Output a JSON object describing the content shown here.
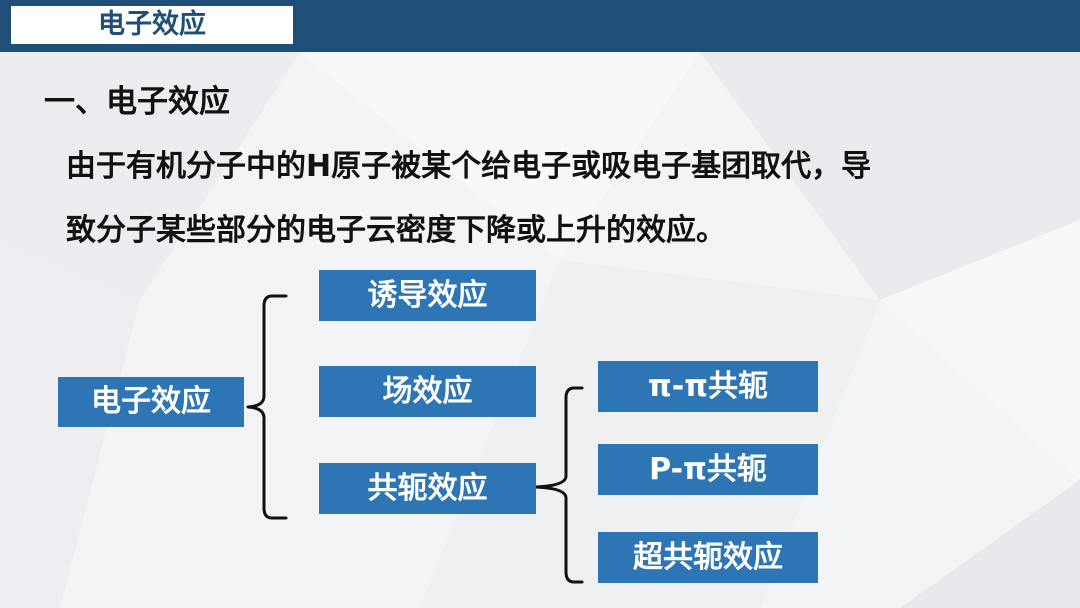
{
  "header": {
    "title": "电子效应"
  },
  "section": {
    "heading": "一、电子效应",
    "description_line1": "由于有机分子中的H原子被某个给电子或吸电子基团取代，导",
    "description_line2": "致分子某些部分的电子云密度下降或上升的效应。"
  },
  "diagram": {
    "root": "电子效应",
    "children": [
      "诱导效应",
      "场效应",
      "共轭效应"
    ],
    "conjugation_children": [
      "π-π共轭",
      "P-π共轭",
      "超共轭效应"
    ]
  },
  "colors": {
    "header_bar": "#1f4e79",
    "box_fill": "#2e75b6",
    "box_text": "#ffffff",
    "text": "#111111"
  }
}
